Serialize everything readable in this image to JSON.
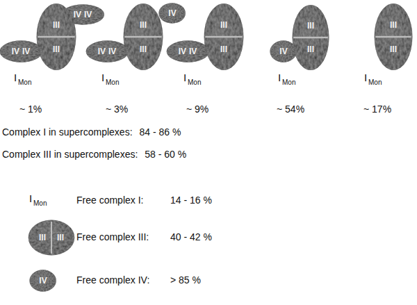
{
  "diagram": {
    "nodes": [
      {
        "text": [
          "IV",
          "IV"
        ]
      },
      {
        "text": [
          "III",
          "III"
        ]
      },
      {
        "text": [
          "IV",
          "IV"
        ]
      },
      {
        "text": [
          "IV"
        ]
      },
      {
        "text": [
          "III",
          "III"
        ]
      },
      {
        "text": [
          "IV",
          "IV"
        ]
      },
      {
        "text": [
          "III",
          "III"
        ]
      },
      {
        "text": [
          "IV",
          "IV"
        ]
      },
      {
        "text": [
          "III",
          "III"
        ]
      },
      {
        "text": [
          "IV"
        ]
      },
      {
        "text": [
          "III",
          "III"
        ]
      },
      {
        "text": [
          "III",
          "III"
        ]
      },
      {
        "text": [
          "IV"
        ]
      }
    ],
    "labels": [
      "I",
      "Mon",
      "~ 1%",
      "I",
      "Mon",
      "~ 3%",
      "I",
      "Mon",
      "~ 9%",
      "I",
      "Mon",
      "~ 54%",
      "I",
      "Mon",
      "~ 17%",
      "Complex I in supercomplexes:",
      "84 - 86 %",
      "Complex III in supercomplexes:",
      "58 - 60 %",
      "I",
      "Mon",
      "Free complex I:",
      "14 - 16 %",
      "Free complex III:",
      "40 - 42 %",
      "Free complex IV:",
      "> 85 %"
    ]
  }
}
